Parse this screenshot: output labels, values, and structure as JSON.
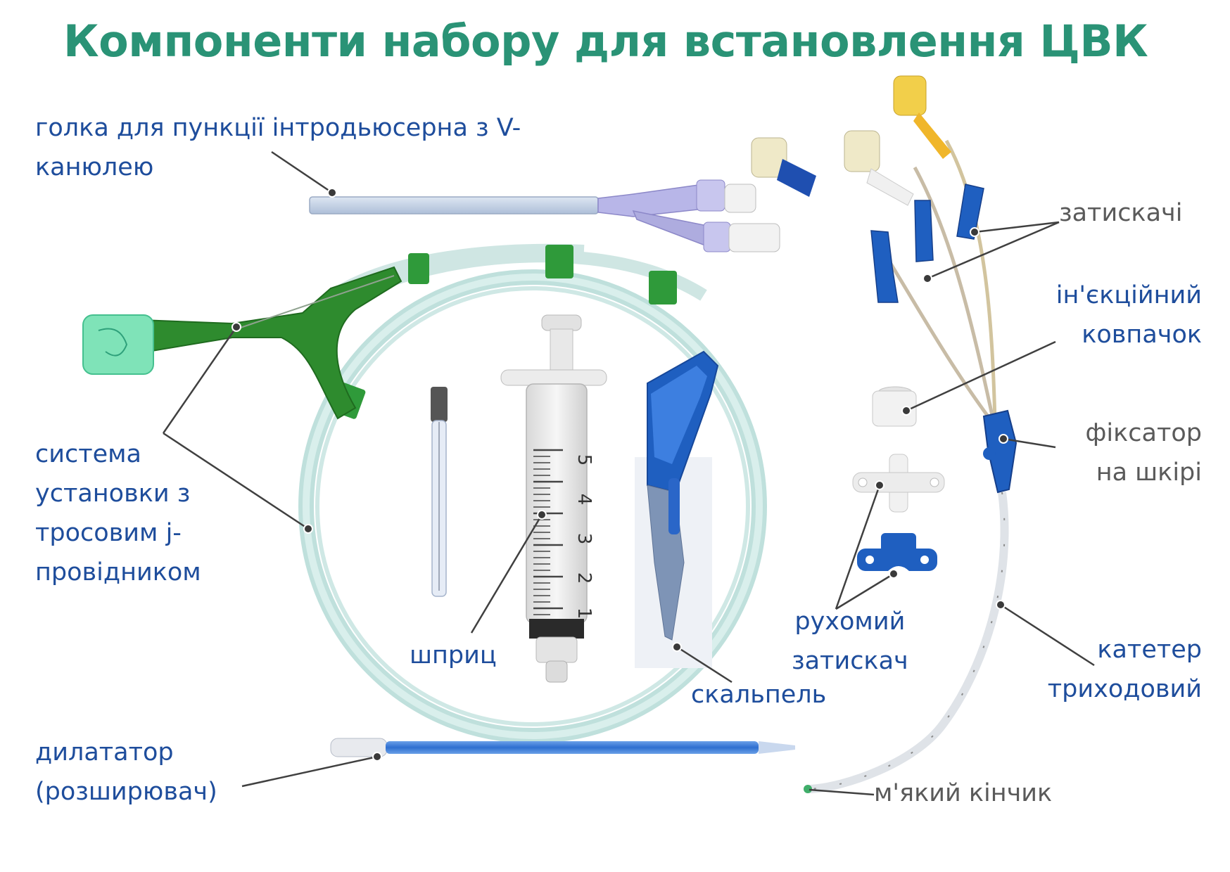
{
  "title": "Компоненти набору для встановлення ЦВК",
  "labels": {
    "needle": [
      "голка для пункції інтродьюсерна з V-",
      "канюлею"
    ],
    "clamps": "затискачі",
    "injection_cap": [
      "ін'єкційний",
      "ковпачок"
    ],
    "skin_fixator": [
      "фіксатор",
      "на шкірі"
    ],
    "guidewire_system": [
      "система",
      "установки з",
      "тросовим j-",
      "провідником"
    ],
    "syringe": "шприц",
    "scalpel": "скальпель",
    "movable_clamp": [
      "рухомий",
      "затискач"
    ],
    "catheter": [
      "катетер",
      "триходовий"
    ],
    "dilator": [
      "дилататор",
      "(розширювач)"
    ],
    "soft_tip": "м'який кінчик"
  },
  "syringe_scale": [
    "5",
    "4",
    "3",
    "2",
    "1"
  ],
  "colors": {
    "title": "#2a9376",
    "label_blue": "#1e4d9c",
    "label_gray": "#5a5a5a",
    "leader": "#404040",
    "green_device": "#2e8b2e",
    "blue_device": "#1f5fc0"
  }
}
